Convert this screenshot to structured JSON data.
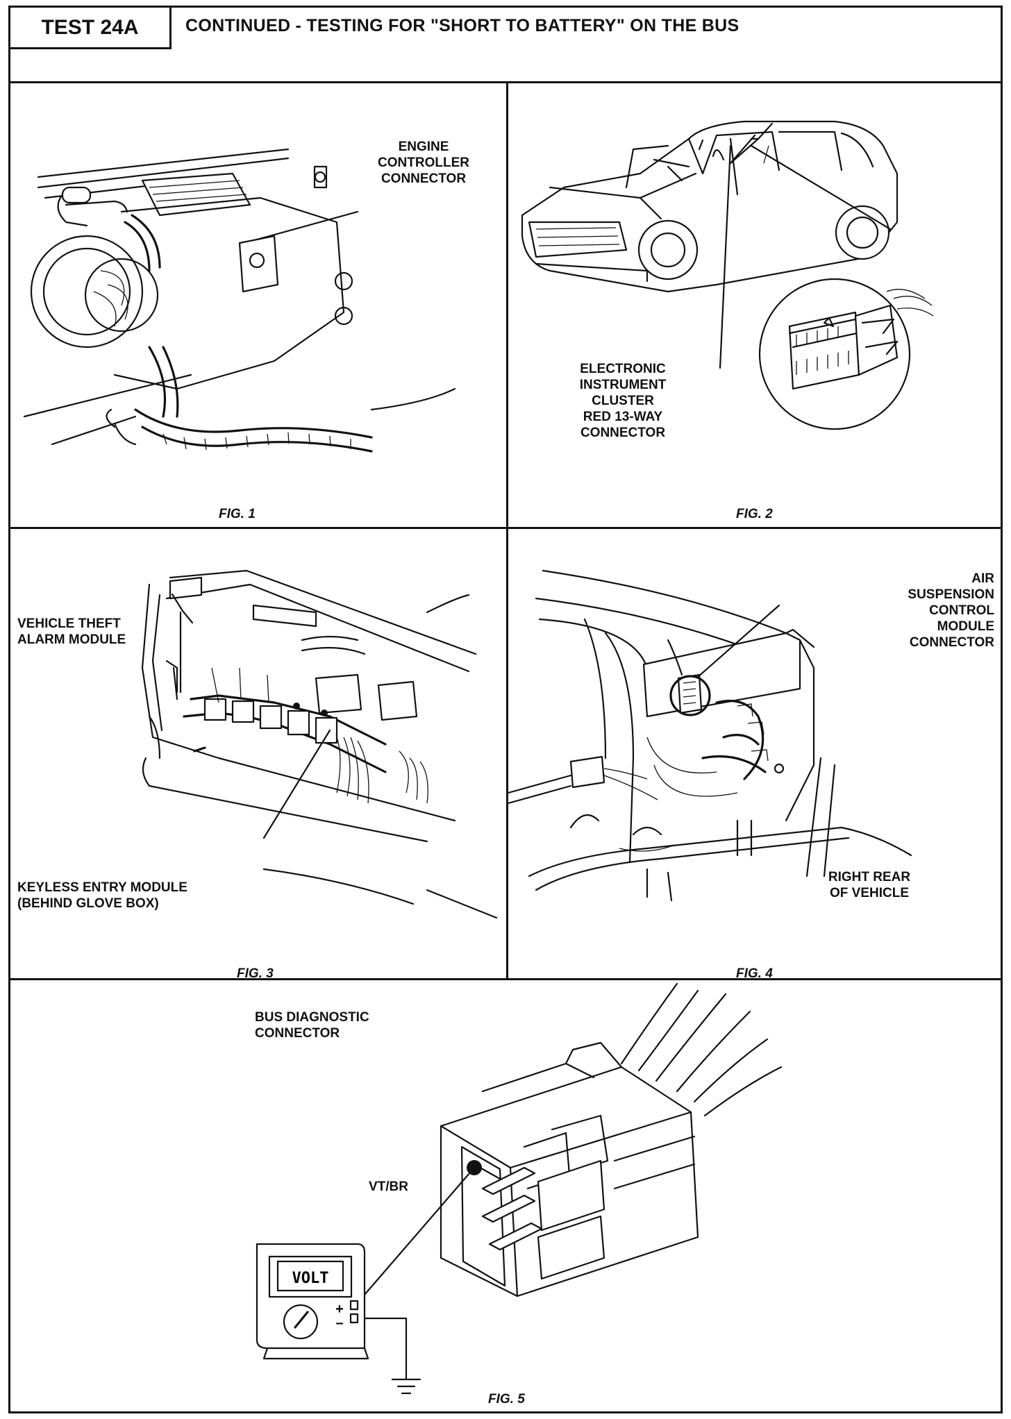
{
  "header": {
    "test_id": "TEST 24A",
    "title": "CONTINUED - TESTING FOR \"SHORT TO BATTERY\" ON THE BUS"
  },
  "fig1": {
    "caption": "FIG. 1",
    "label": "ENGINE\nCONTROLLER\nCONNECTOR"
  },
  "fig2": {
    "caption": "FIG. 2",
    "label": "ELECTRONIC\nINSTRUMENT\nCLUSTER\nRED 13-WAY\nCONNECTOR"
  },
  "fig3": {
    "caption": "FIG. 3",
    "label_alarm": "VEHICLE THEFT\nALARM MODULE",
    "label_keyless": "KEYLESS ENTRY MODULE\n(BEHIND GLOVE BOX)"
  },
  "fig4": {
    "caption": "FIG. 4",
    "label_module": "AIR\nSUSPENSION\nCONTROL\nMODULE\nCONNECTOR",
    "label_location": "RIGHT REAR\nOF VEHICLE"
  },
  "fig5": {
    "caption": "FIG. 5",
    "label_connector": "BUS DIAGNOSTIC\nCONNECTOR",
    "label_wire": "VT/BR",
    "meter_display": "VOLT",
    "plus": "+",
    "minus": "–"
  }
}
